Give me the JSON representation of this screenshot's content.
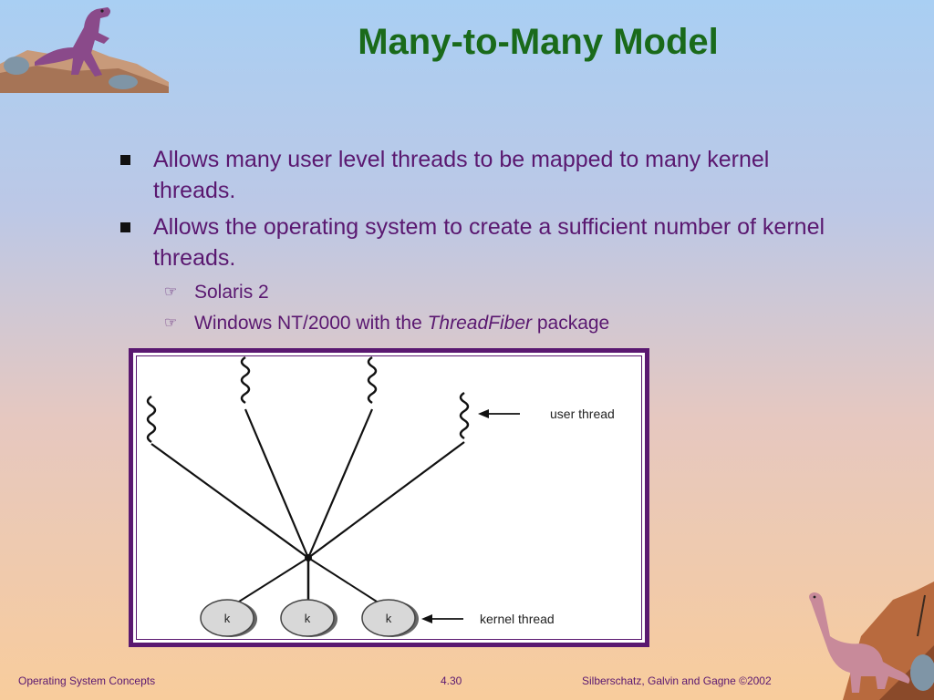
{
  "slide": {
    "title": "Many-to-Many Model",
    "bullets": [
      "Allows many user level threads to be mapped to many kernel threads.",
      "Allows the  operating system to create a sufficient number of kernel threads."
    ],
    "sub_bullets": [
      {
        "text": "Solaris 2"
      },
      {
        "text_before": "Windows NT/2000 with the ",
        "emphasis": "ThreadFiber",
        "text_after": " package"
      }
    ]
  },
  "diagram": {
    "user_thread_label": "user thread",
    "kernel_thread_label": "kernel thread",
    "kernel_node_labels": [
      "k",
      "k",
      "k"
    ]
  },
  "footer": {
    "left": "Operating System Concepts",
    "center": "4.30",
    "right": "Silberschatz, Galvin and  Gagne ©2002"
  },
  "colors": {
    "title": "#1a6a1a",
    "text": "#5a1870",
    "frame": "#5a1870"
  },
  "icons": {
    "bullet": "square-bullet-icon",
    "sub_bullet": "pointing-hand-icon",
    "decor_top_left": "trex-dinosaur-icon",
    "decor_bottom_right": "brontosaurus-dinosaur-icon"
  }
}
